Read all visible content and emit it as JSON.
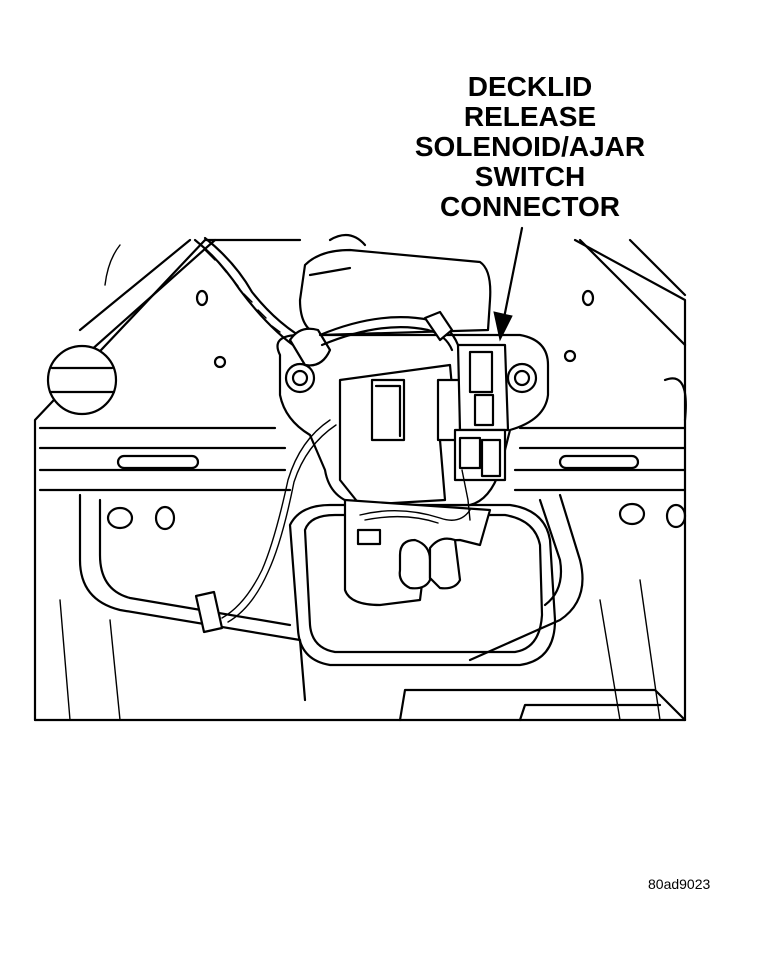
{
  "callout": {
    "lines": [
      "DECKLID",
      "RELEASE",
      "SOLENOID/AJAR",
      "SWITCH",
      "CONNECTOR"
    ]
  },
  "figure_id": "80ad9023"
}
